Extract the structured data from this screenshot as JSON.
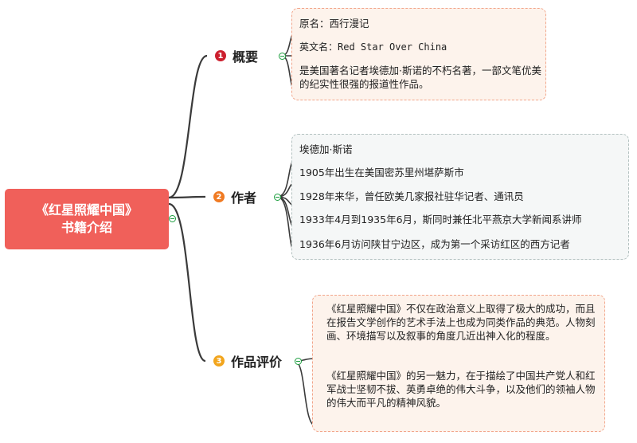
{
  "root": {
    "line1": "《红星照耀中国》",
    "line2": "书籍介绍"
  },
  "branches": [
    {
      "badge": "1",
      "label": "概要",
      "color": "#cc1f2e",
      "leaves": [
        "原名：西行漫记",
        "英文名：Red Star Over China",
        "是美国著名记者埃德加·斯诺的不朽名著，一部文笔优美的纪实性很强的报道性作品。"
      ]
    },
    {
      "badge": "2",
      "label": "作者",
      "color": "#f07a22",
      "leaves": [
        "埃德加·斯诺",
        "1905年出生在美国密苏里州堪萨斯市",
        "1928年来华，曾任欧美几家报社驻华记者、通讯员",
        "1933年4月到1935年6月，斯同时兼任北平燕京大学新闻系讲师",
        "1936年6月访问陕甘宁边区，成为第一个采访红区的西方记者"
      ]
    },
    {
      "badge": "3",
      "label": "作品评价",
      "color": "#f2a51d",
      "leaves": [
        "《红星照耀中国》不仅在政治意义上取得了极大的成功，而且在报告文学创作的艺术手法上也成为同类作品的典范。人物刻画、环境描写以及叙事的角度几近出神入化的程度。",
        "《红星照耀中国》的另一魅力，在于描绘了中国共产党人和红军战士坚韧不拔、英勇卓绝的伟大斗争，以及他们的领袖人物的伟大而平凡的精神风貌。"
      ]
    }
  ],
  "colors": {
    "root": "#f0605a",
    "line": "#3a3a3a",
    "collapse": "#1b9e3e",
    "box_warm": "#f2a58a",
    "box_gray": "#b3c1c0"
  }
}
